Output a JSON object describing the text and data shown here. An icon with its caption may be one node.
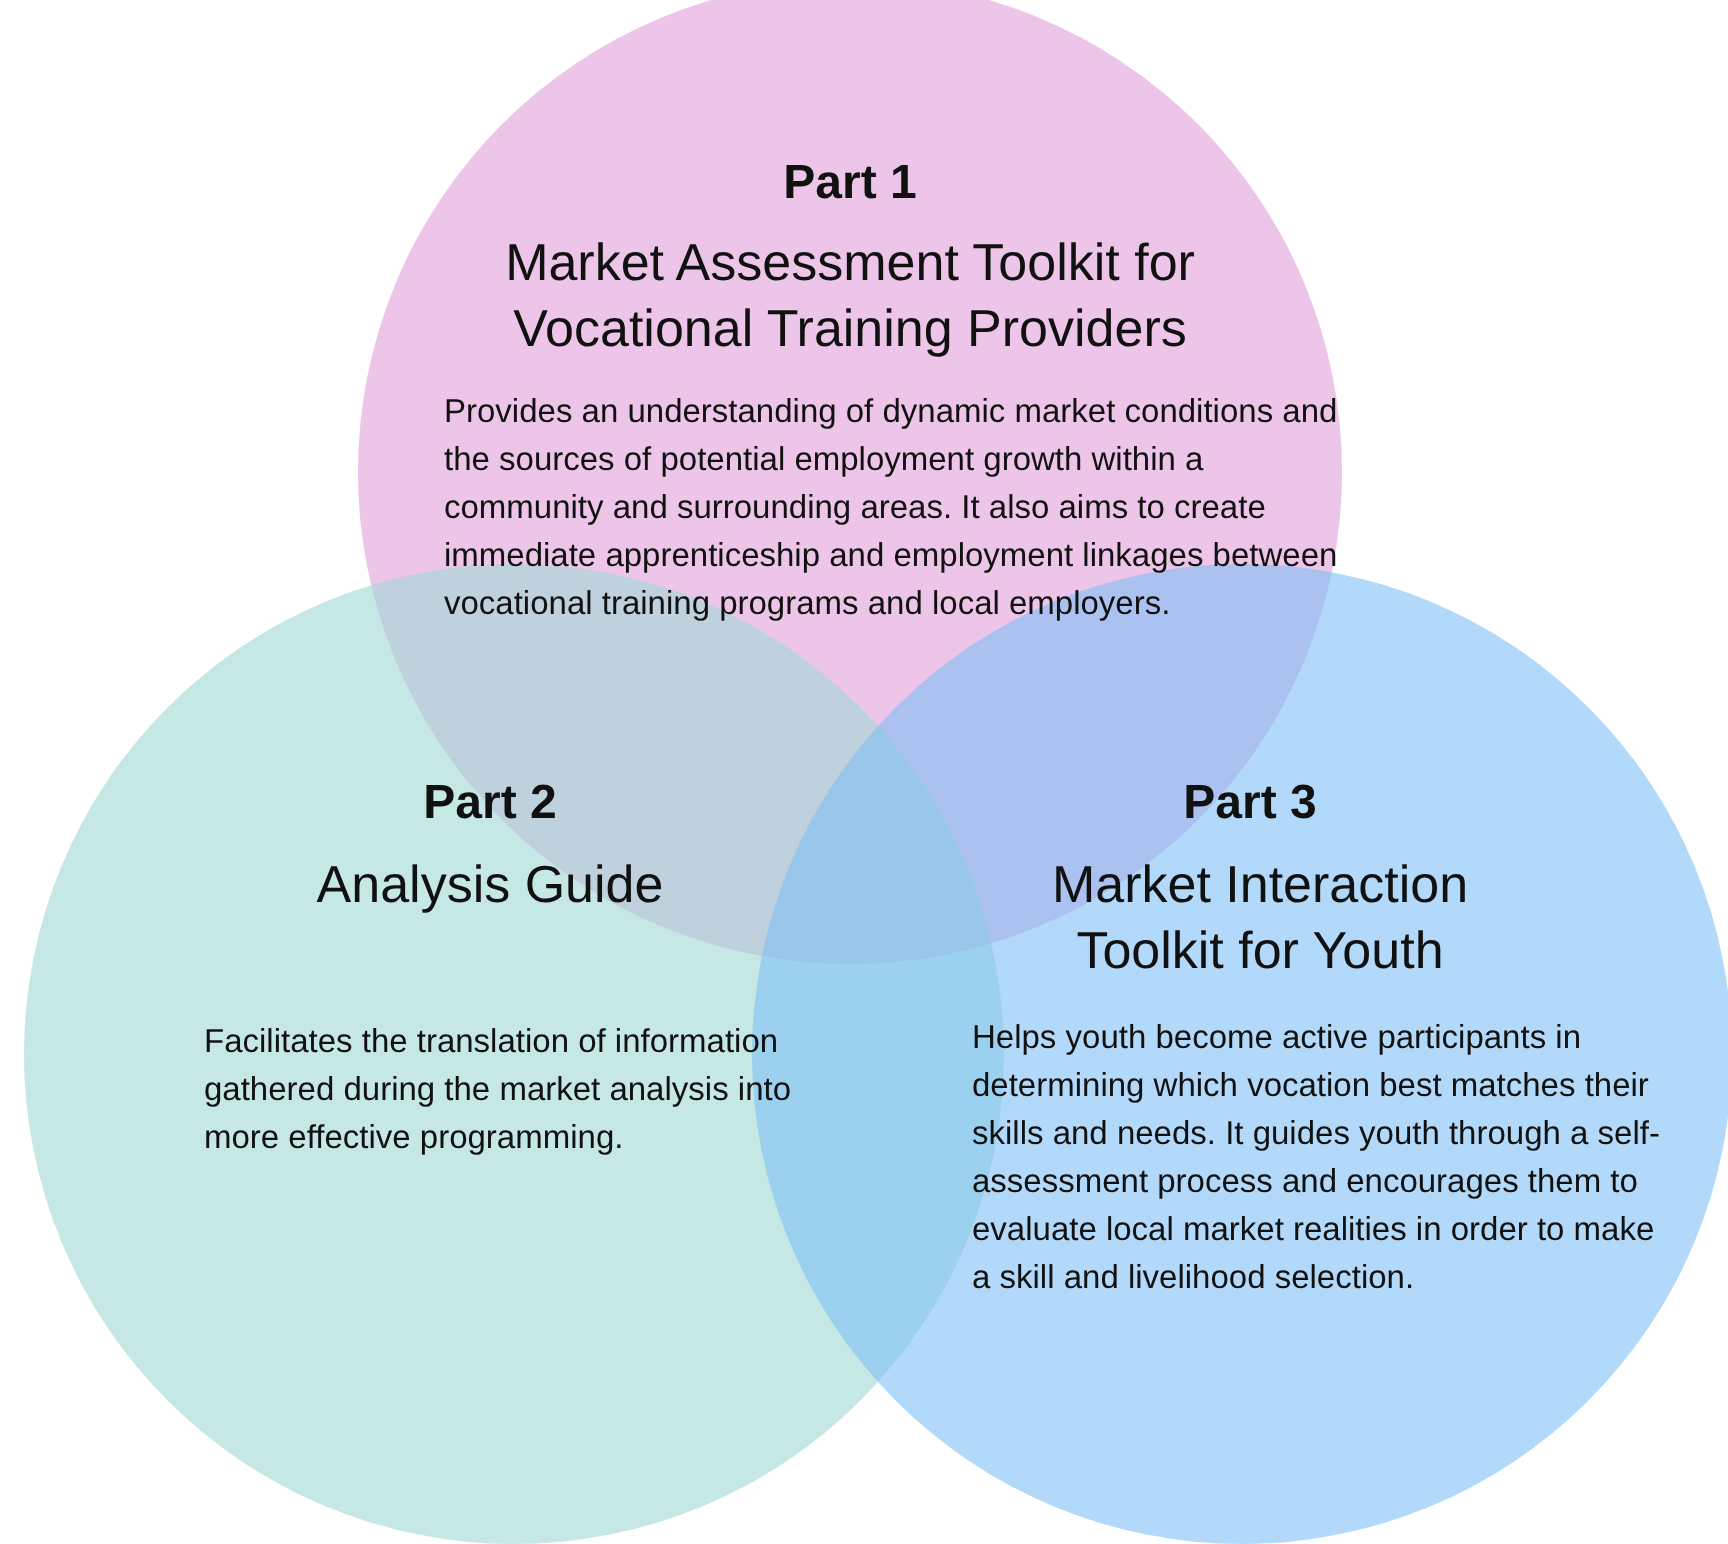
{
  "diagram": {
    "nodes": [
      {
        "text": [
          "Part 1",
          "Market Assessment Toolkit for Vocational Training Providers",
          "Provides an understanding of dynamic market conditions and the sources of potential employment growth within a community and surrounding areas. It also aims to create immediate apprenticeship and employment linkages between vocational training programs and local employers."
        ]
      },
      {
        "text": [
          "Part 2",
          "Analysis Guide",
          "Facilitates the translation of information gathered during the market analysis into more effective programming."
        ]
      },
      {
        "text": [
          "Part 3",
          "Market Interaction Toolkit for Youth",
          "Helps youth become active participants in determining which vocation best matches their skills and needs. It guides youth through a self-assessment process and encourages them to evaluate local market realities in order to make a skill and livelihood selection."
        ]
      }
    ]
  }
}
